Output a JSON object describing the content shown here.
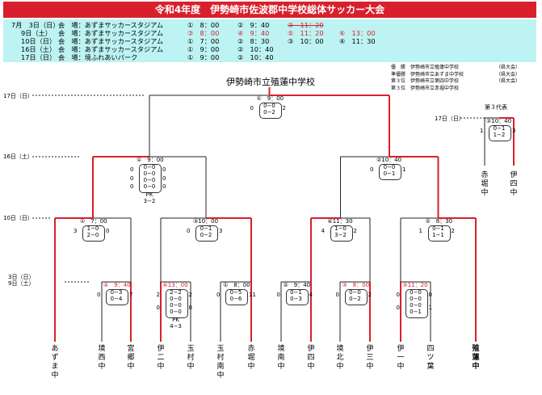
{
  "title": "令和4年度　伊勢崎市佐波郡中学校総体サッカー大会",
  "schedule": [
    {
      "day": "7月　3日（日）",
      "venue": "会　場：あずまサッカースタジアム",
      "slots": [
        {
          "text": "①　8：00"
        },
        {
          "text": "②　9：40"
        },
        {
          "text": "③　11：20",
          "red": true,
          "strike": true
        }
      ]
    },
    {
      "day": "9日（土）",
      "venue": "会　場：あずまサッカースタジアム",
      "slots": [
        {
          "text": "③　8：00",
          "red": true
        },
        {
          "text": "④　9：40",
          "red": true
        },
        {
          "text": "⑤　11：20",
          "red": true
        },
        {
          "text": "⑥　13：00",
          "red": true
        }
      ]
    },
    {
      "day": "10日（日）",
      "venue": "会　場：あずまサッカースタジアム",
      "slots": [
        {
          "text": "①　7：00"
        },
        {
          "text": "②　8：30"
        },
        {
          "text": "③　10：00"
        },
        {
          "text": "④　11：30"
        }
      ]
    },
    {
      "day": "16日（土）",
      "venue": "会　場：あずまサッカースタジアム",
      "slots": [
        {
          "text": "①　9：00"
        },
        {
          "text": "②　10：40"
        }
      ]
    },
    {
      "day": "17日（日）",
      "venue": "会　場：境ふれあいパーク",
      "slots": [
        {
          "text": "①　9：00"
        },
        {
          "text": "②　10：40"
        }
      ]
    }
  ],
  "results": [
    {
      "rank": "優　勝",
      "school": "伊勢崎市立殖蓮中学校",
      "pref": "（県大会）"
    },
    {
      "rank": "準優勝",
      "school": "伊勢崎市立あずま中学校",
      "pref": "（県大会）"
    },
    {
      "rank": "第３位",
      "school": "伊勢崎市立第四中学校",
      "pref": "（県大会）"
    },
    {
      "rank": "第３位",
      "school": "伊勢崎市立赤堀中学校",
      "pref": ""
    }
  ],
  "champion": "伊勢崎市立殖蓮中学校",
  "days": {
    "d17": "17日（日）",
    "d16": "16日（土）",
    "d10": "10日（日）",
    "d3": "3日（日）",
    "d9": "9日（土）",
    "d17b": "17日（日）"
  },
  "third_rep_label": "第３代表",
  "teams": [
    {
      "name": "あずま中"
    },
    {
      "name": "境西中"
    },
    {
      "name": "宮郷中"
    },
    {
      "name": "伊二中"
    },
    {
      "name": "玉村中"
    },
    {
      "name": "玉村南中"
    },
    {
      "name": "赤堀中"
    },
    {
      "name": "境南中"
    },
    {
      "name": "伊四中"
    },
    {
      "name": "境北中"
    },
    {
      "name": "伊三中"
    },
    {
      "name": "伊一中"
    },
    {
      "name": "四ツ葉"
    },
    {
      "name": "殖蓮中",
      "winner": true
    }
  ],
  "matches": {
    "final": {
      "label": "①　9：00",
      "lscore": "0",
      "rscore": "2",
      "halves": [
        "0−0",
        "0−2"
      ]
    },
    "semi1": {
      "label": "①　9：00",
      "lscores": [
        "0",
        "0",
        "0"
      ],
      "rscores": [
        "0",
        "0",
        "0"
      ],
      "halves": [
        "0−0",
        "0−0",
        "0−0",
        "0−0"
      ],
      "pk": "PK",
      "pk_score": "3−2"
    },
    "semi2": {
      "label": "②10：40",
      "lscore": "0",
      "rscore": "1",
      "halves": [
        "0−0",
        "0−1"
      ]
    },
    "third": {
      "label": "②10：40",
      "lscore": "1",
      "rscore": "3",
      "halves": [
        "0−1",
        "1−2"
      ],
      "teams": [
        "赤堀中",
        "伊四中"
      ]
    },
    "qf1": {
      "label": "①　7：00",
      "lscore": "3",
      "rscore": "0",
      "halves": [
        "1−0",
        "2−0"
      ]
    },
    "qf2": {
      "label": "③10：00",
      "lscore": "0",
      "rscore": "3",
      "halves": [
        "0−1",
        "0−2"
      ]
    },
    "qf3": {
      "label": "④11：30",
      "lscore": "4",
      "rscore": "2",
      "halves": [
        "1−0",
        "3−2"
      ]
    },
    "qf4": {
      "label": "②　8：30",
      "lscore": "1",
      "rscore": "2",
      "halves": [
        "0−1",
        "1−1"
      ]
    },
    "r1a": {
      "label": "④　9：40",
      "lscore": "0",
      "rscore": "7",
      "halves": [
        "0−3",
        "0−4"
      ]
    },
    "r1b": {
      "label": "⑥13：00",
      "lscores": [
        "2",
        "0"
      ],
      "rscores": [
        "2",
        "0"
      ],
      "halves": [
        "2−2",
        "0−0",
        "0−0",
        "0−0"
      ],
      "pk": "PK",
      "pk_score": "4−3"
    },
    "r1c": {
      "label": "①　8：00",
      "lscore": "0",
      "rscore": "11",
      "halves": [
        "0−5",
        "0−6"
      ]
    },
    "r1d": {
      "label": "②　9：40",
      "lscore": "0",
      "rscore": "4",
      "halves": [
        "0−1",
        "0−3"
      ]
    },
    "r1e": {
      "label": "③　8：00",
      "lscore": "0",
      "rscore": "2",
      "halves": [
        "0−0",
        "0−2"
      ]
    },
    "r1f": {
      "label": "⑤11：20",
      "lscores": [
        "0",
        "0"
      ],
      "rscores": [
        "0",
        "1"
      ],
      "halves": [
        "0−0",
        "0−0",
        "0−0",
        "0−1"
      ]
    }
  },
  "colors": {
    "win_line": "#d8202c",
    "line": "#222222",
    "title_bg": "#d8202c",
    "schedule_bg": "#bdf3f3"
  }
}
